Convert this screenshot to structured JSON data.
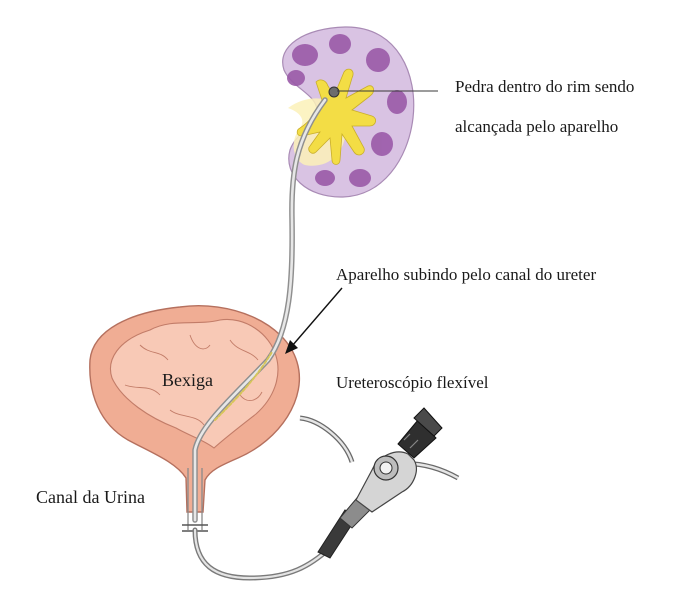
{
  "labels": {
    "stone_line1": "Pedra dentro do rim sendo",
    "stone_line2": "alcançada pelo aparelho",
    "ureter": "Aparelho subindo  pelo canal do ureter",
    "bladder": "Bexiga",
    "scope": "Ureteroscópio flexível",
    "urethra": "Canal da Urina"
  },
  "colors": {
    "kidney_outer": "#d9c3e3",
    "kidney_calyx": "#9a5aa8",
    "kidney_pelvis": "#f3dd45",
    "kidney_hilum": "#fbf1b8",
    "bladder_outer": "#f0ad94",
    "bladder_inner": "#f8c9b6",
    "bladder_stroke": "#b5705e",
    "instrument": "#5a5a5a",
    "instrument_dark": "#2c2c2c"
  }
}
